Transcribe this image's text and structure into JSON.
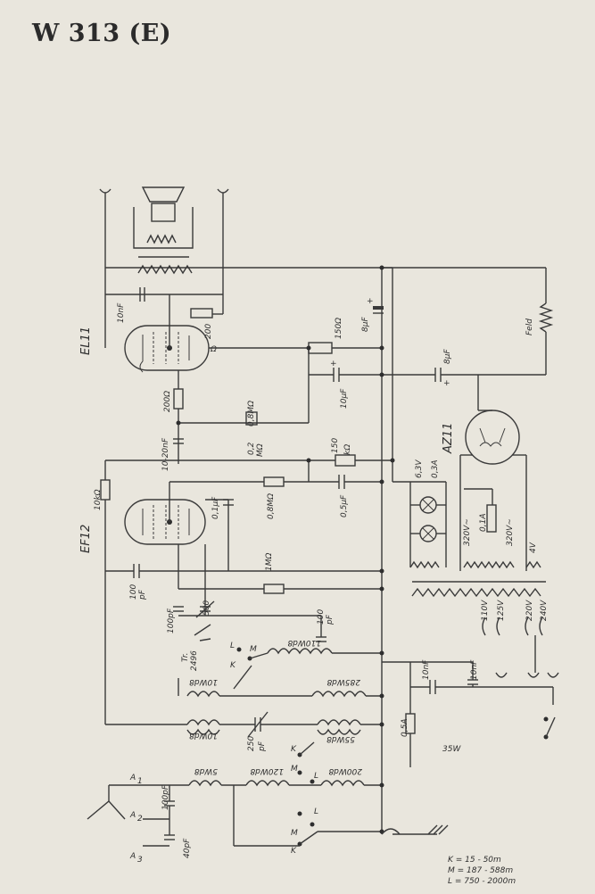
{
  "title": "W 313 (E)",
  "tubes": {
    "output": "EL11",
    "rf": "EF12",
    "rectifier": "AZ11"
  },
  "labels": {
    "c_10nf_top": "10nF",
    "r_200_a": "200",
    "r_200_b": "Ω",
    "r_150": "150Ω",
    "c_8uf_top": "8μF",
    "feld": "Feld",
    "c_8uf_mid": "8μF",
    "c_10uf": "10μF",
    "r_200ohm": "200Ω",
    "r_08m_top": "0,8MΩ",
    "c_10_20nf": "10-20nF",
    "r_02m_a": "0,2",
    "r_02m_b": "MΩ",
    "r_150k_a": "150",
    "r_150k_b": "kΩ",
    "r_10k": "10kΩ",
    "c_01uf": "0,1μF",
    "r_08m_mid": "0,8MΩ",
    "c_05uf": "0,5μF",
    "c_100pf_left_a": "100",
    "c_100pf_left_b": "pF",
    "r_1m": "1MΩ",
    "c_100pf_b": "100pF",
    "c_500": "500",
    "c_100_pf_a": "100",
    "c_100_pf_b": "pF",
    "tr": "Tr.",
    "tr_num": "2496",
    "coil_110": "110Wd8",
    "coil_285": "285Wd8",
    "coil_10_top": "10Wd8",
    "coil_10_bot": "10Wd8",
    "coil_55": "55Wd8",
    "c_250_a": "250",
    "c_250_b": "pF",
    "coil_5": "5Wd8",
    "coil_120": "120Wd8",
    "coil_200": "200Wd8",
    "c_100pf_ant": "100pF",
    "c_40pf": "40pF",
    "v_63": "6,3V",
    "a_03": "0,3A",
    "v_320a": "320V~",
    "a_01": "0,1A",
    "v_320b": "320V~",
    "v_4": "4V",
    "v_110": "110V",
    "v_125": "125V",
    "v_220": "220V",
    "v_240": "240V",
    "c_10nf_a": "10nF",
    "c_10nf_b": "10nF",
    "fuse": "0,5A",
    "power": "35W",
    "sw_L": "L",
    "sw_M": "M",
    "sw_K": "K",
    "sw_K2": "K",
    "sw_M2": "M",
    "sw_L2": "L",
    "sw_K3": "K",
    "sw_M3": "M",
    "sw_L3": "L",
    "ant_A1": "A",
    "ant_A1_sub": "1",
    "ant_A2": "A",
    "ant_A2_sub": "2",
    "ant_A3": "A",
    "ant_A3_sub": "3",
    "plus1": "+",
    "plus2": "+",
    "plus3": "+",
    "band_k": "K = 15 - 50m",
    "band_m": "M = 187 - 588m",
    "band_l": "L = 750 - 2000m"
  },
  "colors": {
    "paper": "#e9e6dd",
    "ink": "#3a3a3a"
  }
}
